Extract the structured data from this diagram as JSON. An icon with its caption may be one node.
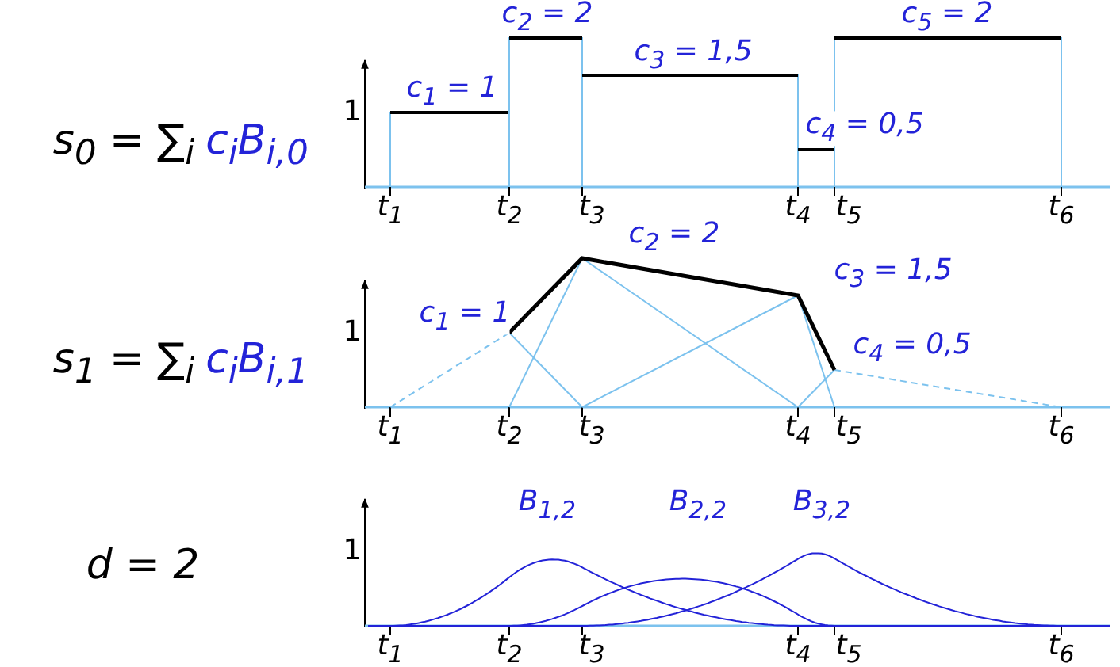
{
  "diagram": {
    "labels": [
      "s$_{0}$ = ∑$_{i}$",
      "c$_{i}$B$_{i,0}$",
      "1",
      "c$_{1}$ = 1",
      "c$_{2}$ = 2",
      "c$_{3}$ = 1,5",
      "c$_{4}$ = 0,5",
      "c$_{5}$ = 2",
      "t$_{1}$",
      "t$_{2}$",
      "t$_{3}$",
      "t$_{4}$",
      "t$_{5}$",
      "t$_{6}$",
      "s$_{1}$ = ∑$_{i}$",
      "c$_{i}$B$_{i,1}$",
      "1",
      "c$_{1}$ = 1",
      "c$_{2}$ = 2",
      "c$_{3}$ = 1,5",
      "c$_{4}$ = 0,5",
      "t$_{1}$",
      "t$_{2}$",
      "t$_{3}$",
      "t$_{4}$",
      "t$_{5}$",
      "t$_{6}$",
      "d = 2",
      "1",
      "B$_{1,2}$",
      "B$_{2,2}$",
      "B$_{3,2}$",
      "t$_{1}$",
      "t$_{2}$",
      "t$_{3}$",
      "t$_{4}$",
      "t$_{5}$",
      "t$_{6}$"
    ]
  }
}
